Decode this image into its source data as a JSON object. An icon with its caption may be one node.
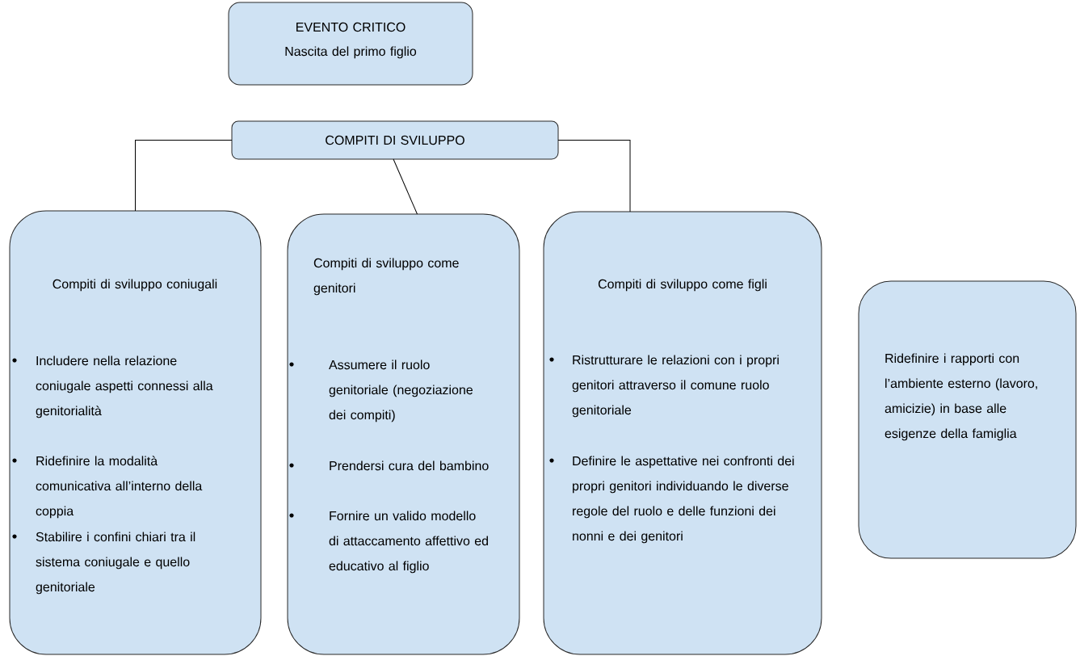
{
  "diagram": {
    "nodes": [
      {
        "text": [
          "EVENTO CRITICO",
          "Nascita del primo figlio"
        ]
      },
      {
        "text": [
          "COMPITI DI SVILUPPO"
        ]
      },
      {
        "text": [
          "Compiti di sviluppo coniugali",
          "Includere nella relazione coniugale aspetti connessi alla genitorialità",
          "Ridefinire la modalità comunicativa all’interno della coppia",
          "Stabilire i confini chiari tra il sistema coniugale e quello genitoriale"
        ]
      },
      {
        "text": [
          "Compiti di sviluppo come genitori",
          "Assumere il ruolo genitoriale (negoziazione dei compiti)",
          "Prendersi cura del bambino",
          "Fornire un valido modello di attaccamento affettivo ed educativo al figlio"
        ]
      },
      {
        "text": [
          "Compiti di sviluppo come figli",
          "Ristrutturare le relazioni con i propri genitori attraverso il comune ruolo genitoriale",
          "Definire le aspettative nei confronti dei propri genitori individuando le diverse regole del ruolo e delle funzioni dei nonni e dei genitori"
        ]
      },
      {
        "text": [
          "Ridefinire i rapporti con l’ambiente esterno (lavoro, amicizie) in base alle esigenze della famiglia"
        ]
      }
    ],
    "edges": [
      {
        "from": 1,
        "to": 2,
        "arrow": "none"
      },
      {
        "from": 1,
        "to": 3,
        "arrow": "none"
      },
      {
        "from": 1,
        "to": 4,
        "arrow": "none"
      }
    ]
  }
}
